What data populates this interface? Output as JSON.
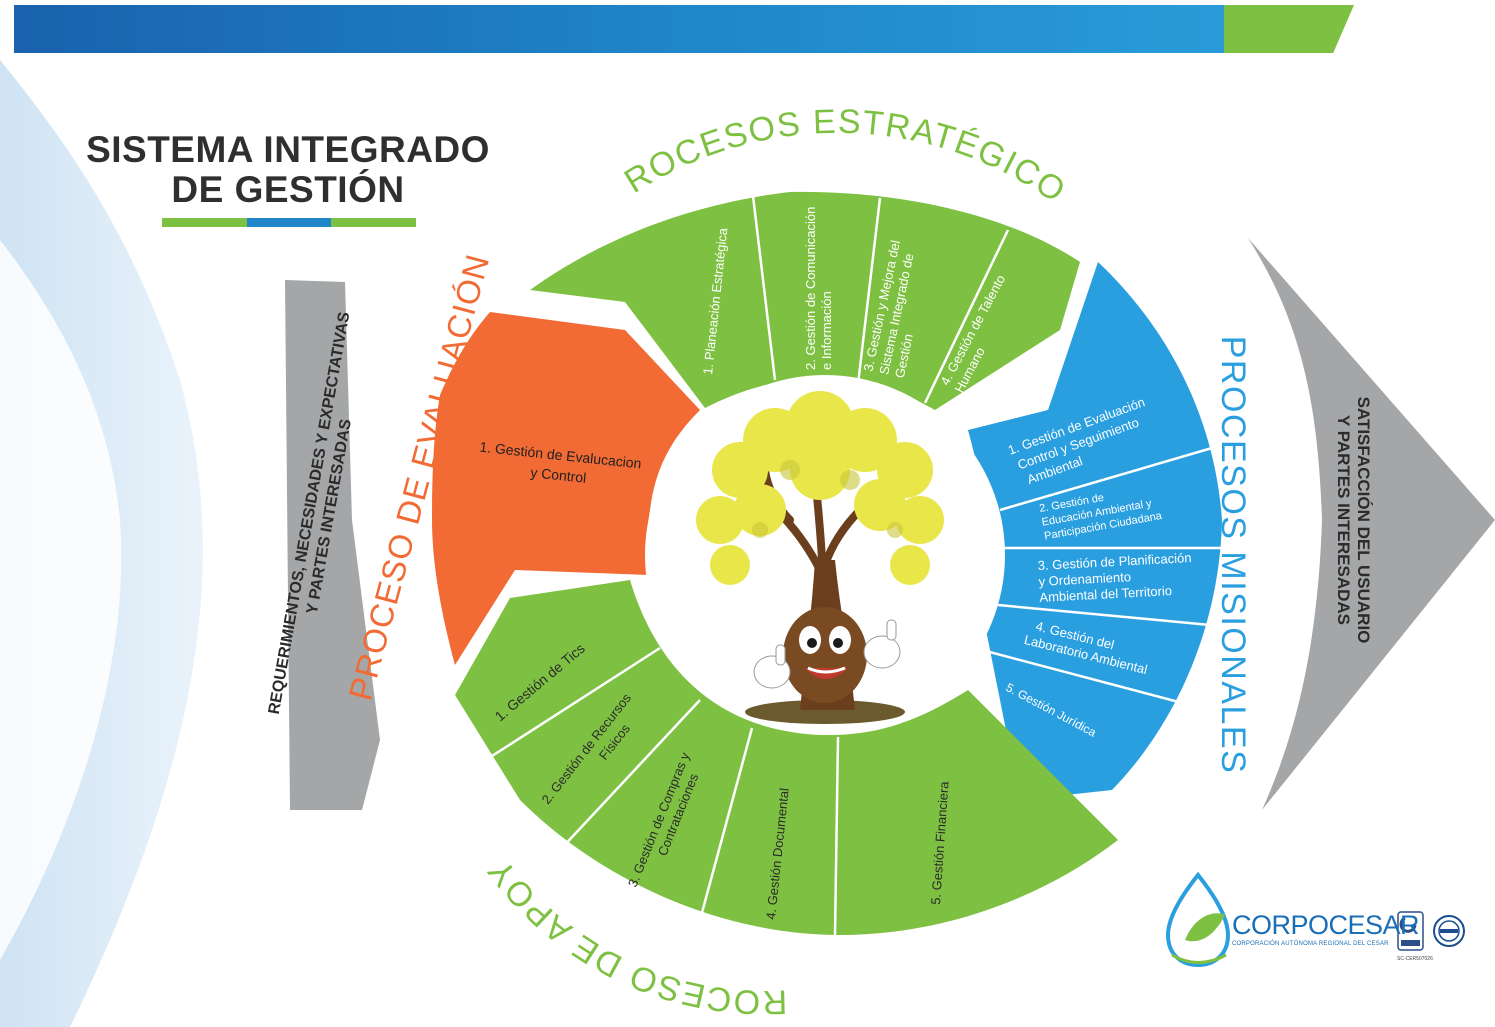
{
  "header": {
    "title_line1": "SISTEMA INTEGRADO",
    "title_line2": "DE GESTIÓN",
    "colors": {
      "blue": "#1a62ad",
      "green": "#7ec142"
    }
  },
  "arrows": {
    "input": {
      "line1": "REQUERIMIENTOS, NECESIDADES Y EXPECTATIVAS",
      "line2": "Y PARTES INTERESADAS"
    },
    "output": {
      "line1": "SATISFACCIÓN DEL USUARIO",
      "line2": "Y PARTES INTERESADAS"
    }
  },
  "groups": {
    "estrategicos": {
      "title": "PROCESOS ESTRATÉGICOS",
      "color": "#7ec142",
      "items": [
        {
          "lines": [
            "1. Planeación Estratégica"
          ]
        },
        {
          "lines": [
            "2. Gestión de Comunicación",
            "e Información"
          ]
        },
        {
          "lines": [
            "3. Gestión y Mejora del",
            "Sistema Integrado de",
            "Gestión"
          ]
        },
        {
          "lines": [
            "4. Gestión de Talento",
            "Humano"
          ]
        }
      ]
    },
    "misionales": {
      "title": "PROCESOS MISIONALES",
      "color": "#2a9fe0",
      "items": [
        {
          "lines": [
            "1. Gestión de Evaluación",
            "Control y Seguimiento",
            "Ambiental"
          ]
        },
        {
          "lines": [
            "2. Gestión de",
            "Educación Ambiental y",
            "Participación Ciudadana"
          ]
        },
        {
          "lines": [
            "3. Gestión de Planificación",
            "y Ordenamiento",
            "Ambiental del Territorio"
          ]
        },
        {
          "lines": [
            "4. Gestión del",
            "Laboratorio Ambiental"
          ]
        },
        {
          "lines": [
            "5. Gestión Jurídica"
          ]
        }
      ]
    },
    "apoyo": {
      "title": "PROCESO DE APOYO",
      "color": "#7ec142",
      "items": [
        {
          "lines": [
            "1. Gestión de Tics"
          ]
        },
        {
          "lines": [
            "2. Gestión de Recursos",
            "Físicos"
          ]
        },
        {
          "lines": [
            "3. Gestión de Compras y",
            "Contrataciones"
          ]
        },
        {
          "lines": [
            "4. Gestión Documental"
          ]
        },
        {
          "lines": [
            "5. Gestión Financiera"
          ]
        }
      ]
    },
    "evaluacion": {
      "title": "PROCESO DE EVALUACIÓN",
      "color": "#f26b35",
      "items": [
        {
          "lines": [
            "1. Gestión de Evalucacion",
            "y Control"
          ]
        }
      ]
    }
  },
  "logo": {
    "name": "CORPOCESAR",
    "subtitle": "CORPORACIÓN AUTÓNOMA REGIONAL DEL CESAR",
    "cert_code": "SC-CER507026"
  }
}
